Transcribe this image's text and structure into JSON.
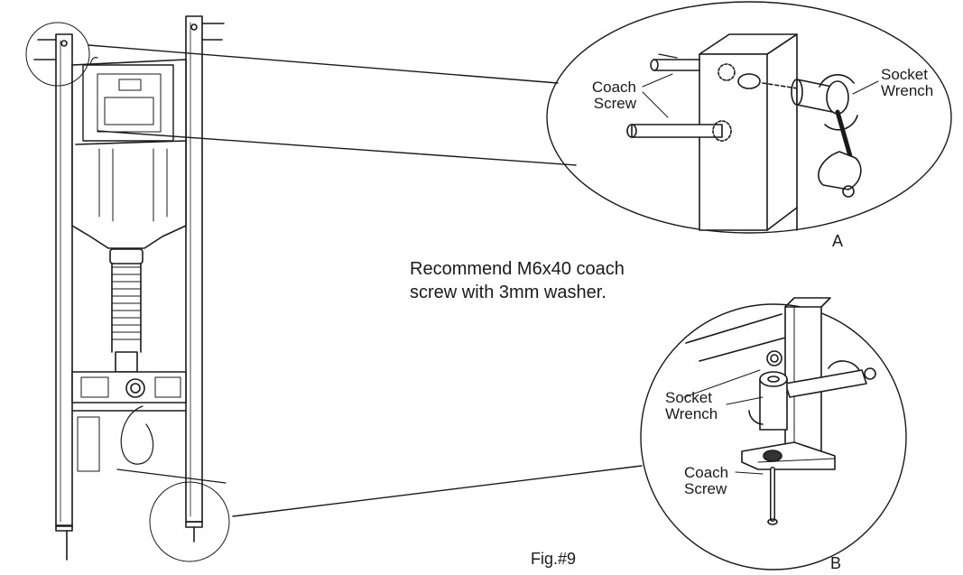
{
  "note": {
    "line1": "Recommend M6x40 coach",
    "line2": "screw with 3mm washer."
  },
  "figure_label": "Fig.#9",
  "detail_a": {
    "letter": "A",
    "coach_screw": [
      "Coach",
      "Screw"
    ],
    "socket_wrench": [
      "Socket",
      "Wrench"
    ]
  },
  "detail_b": {
    "letter": "B",
    "coach_screw": [
      "Coach",
      "Screw"
    ],
    "socket_wrench": [
      "Socket",
      "Wrench"
    ]
  },
  "colors": {
    "line": "#1a1a1a",
    "fill": "#ffffff",
    "shade": "#d9d9d9"
  }
}
